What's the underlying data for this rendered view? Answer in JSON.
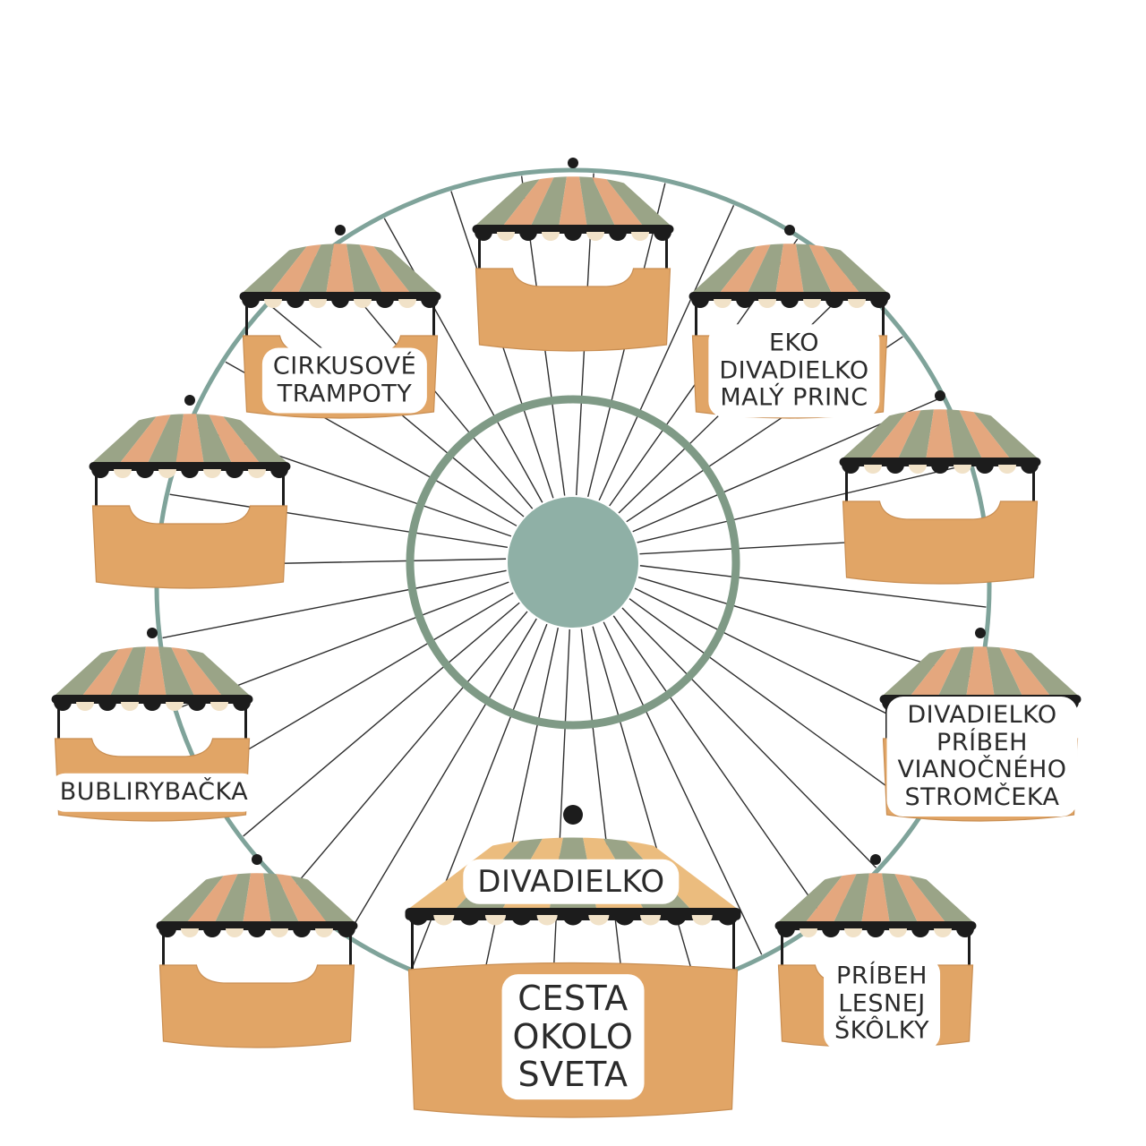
{
  "colors": {
    "rim": "#7fa39a",
    "rim_warm": "#99a57a",
    "hub_ring": "#7f9a86",
    "hub": "#8fb0a6",
    "spoke": "#2e2e2e",
    "canopy_green": "#9aa487",
    "canopy_peach": "#e4a77e",
    "canopy_light": "#ebbc7e",
    "basket": "#e1a566",
    "scallop_dark": "#1c1c1c",
    "scallop_light": "#f1e2c8",
    "label_bg": "#ffffff",
    "label_text": "#2b2b2b"
  },
  "gondolas": [
    {
      "id": "top",
      "lines": []
    },
    {
      "id": "upper-left",
      "lines": [
        "CIRKUSOVÉ",
        "TRAMPOTY"
      ]
    },
    {
      "id": "upper-right",
      "lines": [
        "EKO",
        "DIVADIELKO",
        "MALÝ PRINC"
      ]
    },
    {
      "id": "mid-left",
      "lines": []
    },
    {
      "id": "mid-right",
      "lines": []
    },
    {
      "id": "lower-left",
      "lines": [
        "BUBLIRYBAČKA"
      ]
    },
    {
      "id": "lower-right",
      "lines": [
        "DIVADIELKO",
        "PRÍBEH",
        "VIANOČNÉHO",
        "STROMČEKA"
      ]
    },
    {
      "id": "bottom-left",
      "lines": []
    },
    {
      "id": "bottom-right",
      "lines": [
        "PRÍBEH",
        "LESNEJ",
        "ŠKÔLKY"
      ]
    },
    {
      "id": "featured",
      "title": "DIVADIELKO",
      "lines": [
        "CESTA",
        "OKOLO",
        "SVETA"
      ]
    }
  ]
}
